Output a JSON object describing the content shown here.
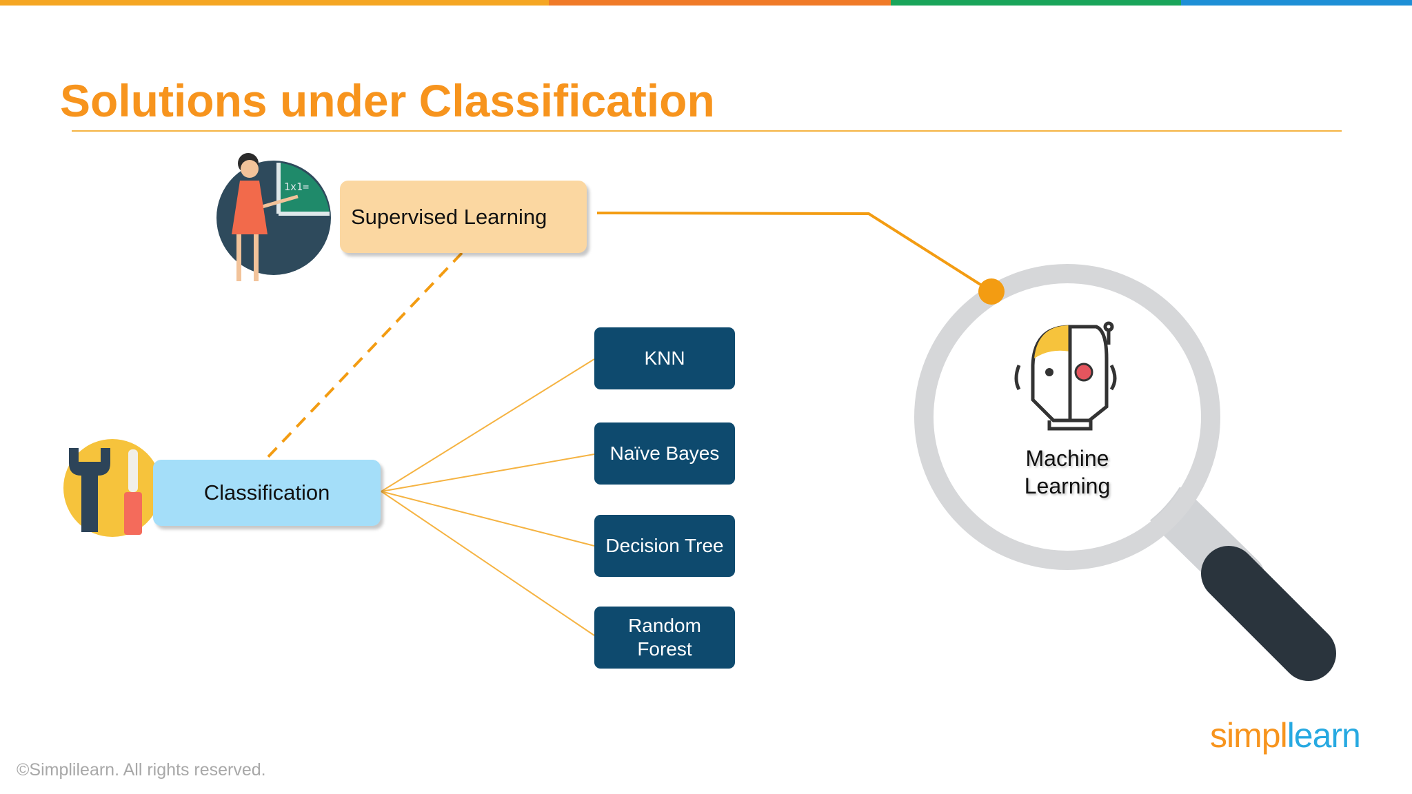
{
  "title": "Solutions under Classification",
  "nodes": {
    "supervised": "Supervised Learning",
    "classification": "Classification",
    "machine_learning": "Machine Learning"
  },
  "algorithms": [
    {
      "label": "KNN"
    },
    {
      "label": "Naïve Bayes"
    },
    {
      "label": "Decision Tree"
    },
    {
      "label": "Random Forest"
    }
  ],
  "footer": {
    "copyright": "©Simplilearn. All rights reserved.",
    "brand_part1": "simpl",
    "brand_part2": "learn"
  },
  "colors": {
    "title_orange": "#f7941d",
    "connector_orange": "#f39c12",
    "supervised_box": "#fbd7a1",
    "classification_box": "#a4def9",
    "algorithm_box": "#0e4a6e",
    "topbar": [
      "#f5a623",
      "#f07a28",
      "#1aa55a",
      "#1e8fd6"
    ]
  },
  "icons": {
    "teacher": "teacher-at-chalkboard-icon",
    "tools": "wrench-screwdriver-icon",
    "robot": "half-human-half-robot-head-icon",
    "magnifier": "magnifying-glass-icon"
  }
}
